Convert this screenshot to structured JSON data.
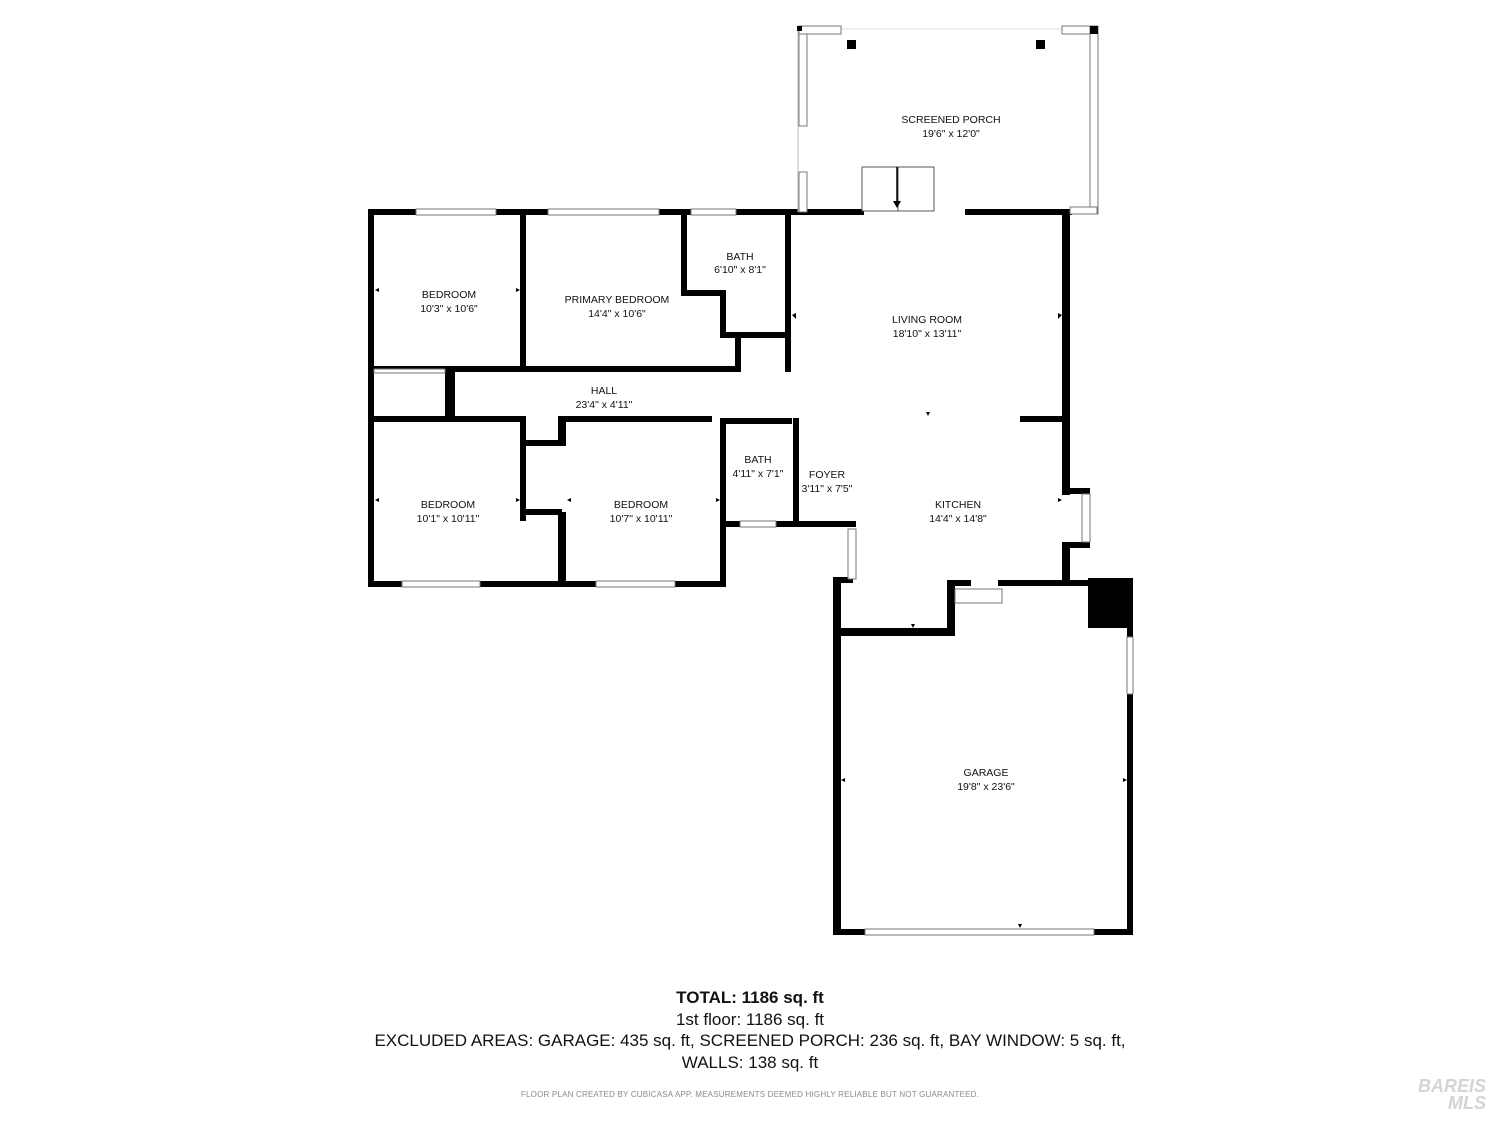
{
  "rooms": {
    "screened_porch": {
      "name": "SCREENED PORCH",
      "dims": "19'6\" x 12'0\""
    },
    "bedroom_nw": {
      "name": "BEDROOM",
      "dims": "10'3\" x 10'6\""
    },
    "primary_bedroom": {
      "name": "PRIMARY BEDROOM",
      "dims": "14'4\" x 10'6\""
    },
    "bath_primary": {
      "name": "BATH",
      "dims": "6'10\" x 8'1\""
    },
    "living_room": {
      "name": "LIVING ROOM",
      "dims": "18'10\" x 13'11\""
    },
    "hall": {
      "name": "HALL",
      "dims": "23'4\" x 4'11\""
    },
    "bedroom_sw": {
      "name": "BEDROOM",
      "dims": "10'1\" x 10'11\""
    },
    "bedroom_s": {
      "name": "BEDROOM",
      "dims": "10'7\" x 10'11\""
    },
    "bath_hall": {
      "name": "BATH",
      "dims": "4'11\" x 7'1\""
    },
    "foyer": {
      "name": "FOYER",
      "dims": "3'11\" x 7'5\""
    },
    "kitchen": {
      "name": "KITCHEN",
      "dims": "14'4\" x 14'8\""
    },
    "garage": {
      "name": "GARAGE",
      "dims": "19'8\" x 23'6\""
    }
  },
  "summary": {
    "total": "TOTAL: 1186 sq. ft",
    "floor1": "1st floor: 1186 sq. ft",
    "excluded": "EXCLUDED AREAS: GARAGE: 435 sq. ft, SCREENED PORCH: 236 sq. ft, BAY WINDOW: 5 sq. ft,",
    "walls": "WALLS: 138 sq. ft"
  },
  "credit": "FLOOR PLAN CREATED BY CUBICASA APP. MEASUREMENTS DEEMED HIGHLY RELIABLE BUT NOT GUARANTEED.",
  "watermark": {
    "line1": "BAREIS",
    "line2": "MLS"
  },
  "colors": {
    "wall": "#000000",
    "window": "#9a9a9a",
    "background": "#ffffff"
  }
}
